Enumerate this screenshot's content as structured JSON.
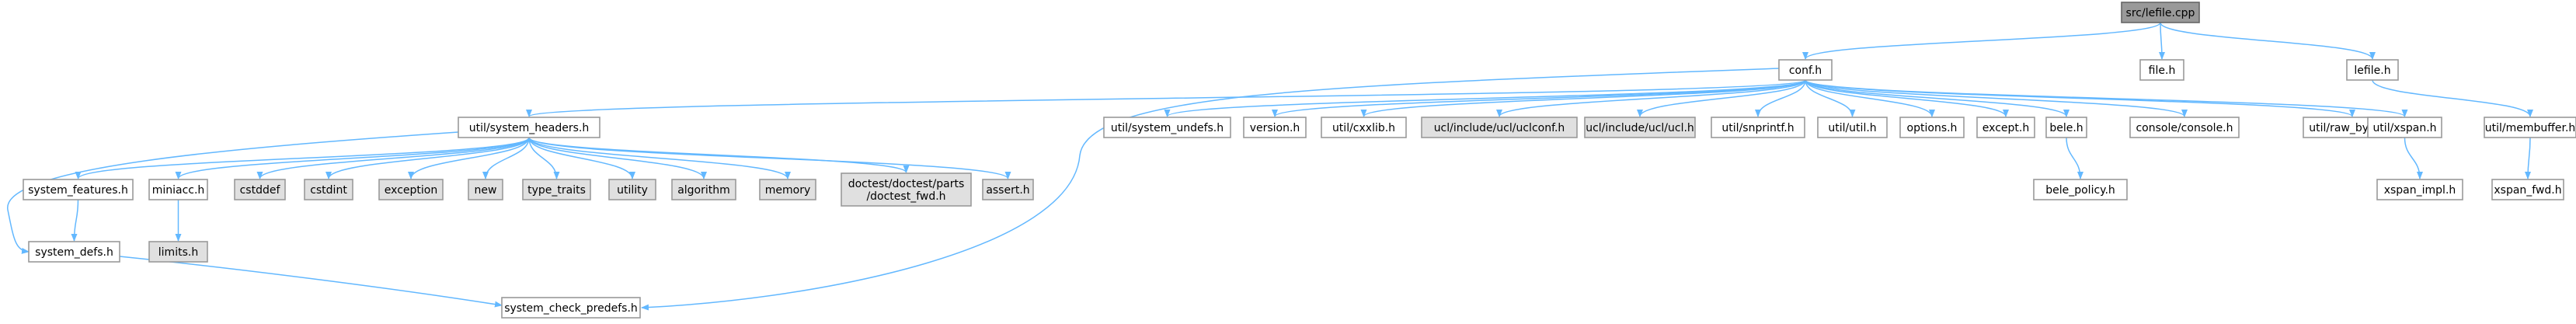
{
  "graph": {
    "title": "",
    "colors": {
      "edge": "#63b8ff",
      "highlight": "#999999",
      "external": "#e0e0e0",
      "border": "#999999"
    },
    "nodes": [
      {
        "id": "lefile_cpp",
        "lines": [
          "src/lefile.cpp"
        ],
        "style": "hl"
      },
      {
        "id": "conf_h",
        "lines": [
          "conf.h"
        ],
        "style": "fw"
      },
      {
        "id": "file_h",
        "lines": [
          "file.h"
        ],
        "style": "fw"
      },
      {
        "id": "lefile_h",
        "lines": [
          "lefile.h"
        ],
        "style": "fw"
      },
      {
        "id": "system_headers_h",
        "lines": [
          "util/system_headers.h"
        ],
        "style": "fw"
      },
      {
        "id": "system_undefs_h",
        "lines": [
          "util/system_undefs.h"
        ],
        "style": "fw"
      },
      {
        "id": "version_h",
        "lines": [
          "version.h"
        ],
        "style": "fw"
      },
      {
        "id": "cxxlib_h",
        "lines": [
          "util/cxxlib.h"
        ],
        "style": "fw"
      },
      {
        "id": "uclconf_h",
        "lines": [
          "ucl/include/ucl/uclconf.h"
        ],
        "style": "ext"
      },
      {
        "id": "ucl_h",
        "lines": [
          "ucl/include/ucl/ucl.h"
        ],
        "style": "ext"
      },
      {
        "id": "snprintf_h",
        "lines": [
          "util/snprintf.h"
        ],
        "style": "fw"
      },
      {
        "id": "util_h",
        "lines": [
          "util/util.h"
        ],
        "style": "fw"
      },
      {
        "id": "options_h",
        "lines": [
          "options.h"
        ],
        "style": "fw"
      },
      {
        "id": "except_h",
        "lines": [
          "except.h"
        ],
        "style": "fw"
      },
      {
        "id": "bele_h",
        "lines": [
          "bele.h"
        ],
        "style": "fw"
      },
      {
        "id": "console_h",
        "lines": [
          "console/console.h"
        ],
        "style": "fw"
      },
      {
        "id": "raw_bytes_h",
        "lines": [
          "util/raw_bytes.h"
        ],
        "style": "fw"
      },
      {
        "id": "xspan_h",
        "lines": [
          "util/xspan.h"
        ],
        "style": "fw"
      },
      {
        "id": "membuffer_h",
        "lines": [
          "util/membuffer.h"
        ],
        "style": "fw"
      },
      {
        "id": "bele_policy_h",
        "lines": [
          "bele_policy.h"
        ],
        "style": "fw"
      },
      {
        "id": "xspan_impl_h",
        "lines": [
          "xspan_impl.h"
        ],
        "style": "fw"
      },
      {
        "id": "xspan_fwd_h",
        "lines": [
          "xspan_fwd.h"
        ],
        "style": "fw"
      },
      {
        "id": "system_features_h",
        "lines": [
          "system_features.h"
        ],
        "style": "fw"
      },
      {
        "id": "miniacc_h",
        "lines": [
          "miniacc.h"
        ],
        "style": "fw"
      },
      {
        "id": "cstddef",
        "lines": [
          "cstddef"
        ],
        "style": "ext"
      },
      {
        "id": "cstdint",
        "lines": [
          "cstdint"
        ],
        "style": "ext"
      },
      {
        "id": "exception",
        "lines": [
          "exception"
        ],
        "style": "ext"
      },
      {
        "id": "new",
        "lines": [
          "new"
        ],
        "style": "ext"
      },
      {
        "id": "type_traits",
        "lines": [
          "type_traits"
        ],
        "style": "ext"
      },
      {
        "id": "utility",
        "lines": [
          "utility"
        ],
        "style": "ext"
      },
      {
        "id": "algorithm",
        "lines": [
          "algorithm"
        ],
        "style": "ext"
      },
      {
        "id": "memory",
        "lines": [
          "memory"
        ],
        "style": "ext"
      },
      {
        "id": "doctest_fwd_h",
        "lines": [
          "doctest/doctest/parts",
          "/doctest_fwd.h"
        ],
        "style": "ext"
      },
      {
        "id": "assert_h",
        "lines": [
          "assert.h"
        ],
        "style": "ext"
      },
      {
        "id": "system_defs_h",
        "lines": [
          "system_defs.h"
        ],
        "style": "fw"
      },
      {
        "id": "limits_h",
        "lines": [
          "limits.h"
        ],
        "style": "ext"
      },
      {
        "id": "system_check_predefs_h",
        "lines": [
          "system_check_predefs.h"
        ],
        "style": "fw"
      }
    ],
    "edges": [
      [
        "lefile_cpp",
        "conf_h"
      ],
      [
        "lefile_cpp",
        "file_h"
      ],
      [
        "lefile_cpp",
        "lefile_h"
      ],
      [
        "conf_h",
        "system_headers_h"
      ],
      [
        "conf_h",
        "system_check_predefs_h"
      ],
      [
        "conf_h",
        "system_undefs_h"
      ],
      [
        "conf_h",
        "version_h"
      ],
      [
        "conf_h",
        "cxxlib_h"
      ],
      [
        "conf_h",
        "uclconf_h"
      ],
      [
        "conf_h",
        "ucl_h"
      ],
      [
        "conf_h",
        "snprintf_h"
      ],
      [
        "conf_h",
        "util_h"
      ],
      [
        "conf_h",
        "options_h"
      ],
      [
        "conf_h",
        "except_h"
      ],
      [
        "conf_h",
        "bele_h"
      ],
      [
        "conf_h",
        "console_h"
      ],
      [
        "conf_h",
        "raw_bytes_h"
      ],
      [
        "conf_h",
        "xspan_h"
      ],
      [
        "lefile_h",
        "membuffer_h"
      ],
      [
        "system_headers_h",
        "system_features_h"
      ],
      [
        "system_headers_h",
        "miniacc_h"
      ],
      [
        "system_headers_h",
        "cstddef"
      ],
      [
        "system_headers_h",
        "cstdint"
      ],
      [
        "system_headers_h",
        "exception"
      ],
      [
        "system_headers_h",
        "new"
      ],
      [
        "system_headers_h",
        "type_traits"
      ],
      [
        "system_headers_h",
        "utility"
      ],
      [
        "system_headers_h",
        "algorithm"
      ],
      [
        "system_headers_h",
        "memory"
      ],
      [
        "system_headers_h",
        "doctest_fwd_h"
      ],
      [
        "system_headers_h",
        "assert_h"
      ],
      [
        "system_headers_h",
        "system_defs_h"
      ],
      [
        "system_features_h",
        "system_defs_h"
      ],
      [
        "miniacc_h",
        "limits_h"
      ],
      [
        "system_defs_h",
        "system_check_predefs_h"
      ],
      [
        "bele_h",
        "bele_policy_h"
      ],
      [
        "xspan_h",
        "xspan_impl_h"
      ],
      [
        "membuffer_h",
        "xspan_fwd_h"
      ]
    ]
  }
}
